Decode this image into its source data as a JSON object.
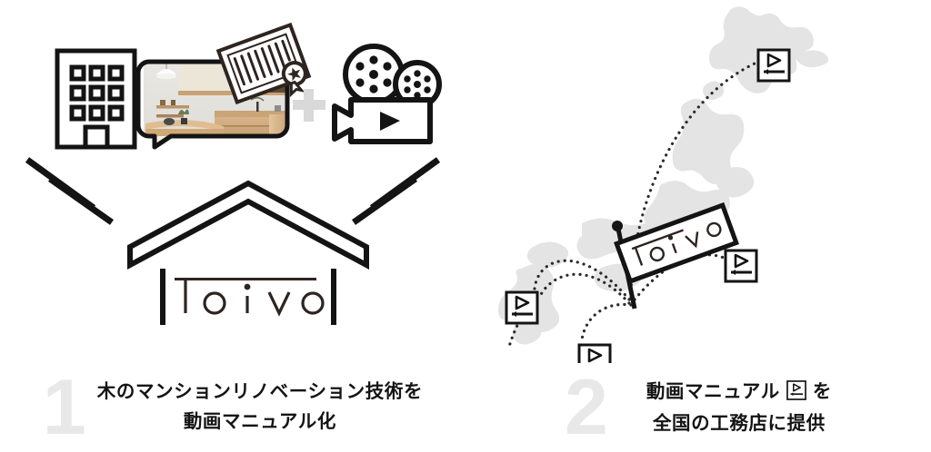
{
  "page": {
    "background_color": "#ffffff",
    "ink_color": "#141414",
    "muted_gray": "#e8e8e8",
    "map_gray": "#e4e4e4",
    "plus_gray": "#d9d9d9"
  },
  "steps": [
    {
      "number": "1",
      "number_color": "#e8e8e8",
      "caption_lines": [
        "木のマンションリノベーション技術を",
        "動画マニュアル化"
      ],
      "icons": {
        "building": "apartment-building-icon",
        "photo": "kitchen-interior-photo",
        "certificate": "certificate-seal-icon",
        "plus": "+",
        "camera": "movie-camera-icon"
      },
      "logo": {
        "wordmark": "Toivo",
        "letters": [
          "T",
          "o",
          "i",
          "v",
          "o"
        ],
        "shape": "house-roof-pillars"
      }
    },
    {
      "number": "2",
      "number_color": "#e8e8e8",
      "caption_line_1_before": "動画マニュアル",
      "caption_line_1_icon": "video-manual-icon",
      "caption_line_1_after": "を",
      "caption_lines": [
        "動画マニュアル  を",
        "全国の工務店に提供"
      ],
      "map": {
        "name": "japan-map",
        "fill": "#e4e4e4",
        "flag_label": "Toivo",
        "distribution_points": [
          {
            "id": "hokkaido",
            "icon": "video-manual-icon"
          },
          {
            "id": "kanto",
            "icon": "video-manual-icon"
          },
          {
            "id": "chugoku",
            "icon": "video-manual-icon"
          },
          {
            "id": "shikoku",
            "icon": "video-manual-icon"
          },
          {
            "id": "kyushu",
            "icon": "video-manual-icon"
          }
        ]
      }
    }
  ]
}
